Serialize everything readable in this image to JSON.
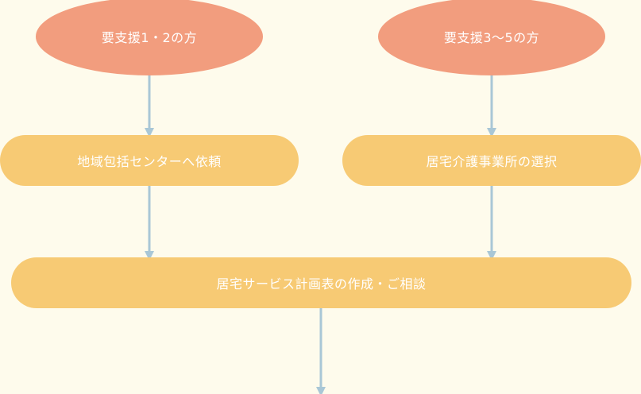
{
  "colors": {
    "background": "#fefbec",
    "oval": "#f29d7e",
    "box": "#f7ca74",
    "arrow": "#a9c7d6",
    "text": "#ffffff"
  },
  "start_nodes": [
    {
      "label": "要支援1・2の方"
    },
    {
      "label": "要支援3〜5の方"
    }
  ],
  "middle_nodes": [
    {
      "label": "地域包括センターへ依頼"
    },
    {
      "label": "居宅介護事業所の選択"
    }
  ],
  "merge_node": {
    "label": "居宅サービス計画表の作成・ご相談"
  }
}
